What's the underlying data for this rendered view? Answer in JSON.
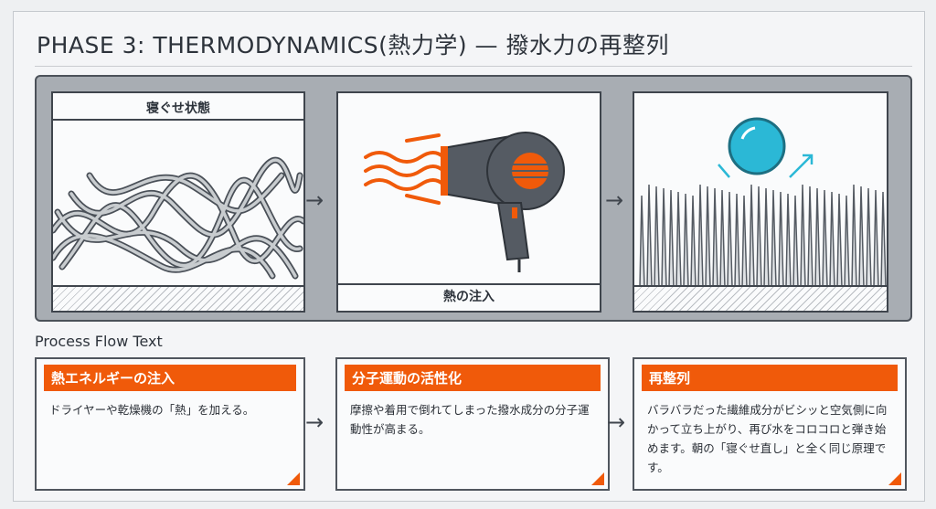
{
  "title": "PHASE 3: THERMODYNAMICS(熱力学) — 撥水力の再整列",
  "panels": {
    "left_label": "寝ぐせ状態",
    "middle_label": "熱の注入"
  },
  "section_label": "Process Flow Text",
  "steps": [
    {
      "heading": "熱エネルギーの注入",
      "text": "ドライヤーや乾燥機の「熱」を加える。"
    },
    {
      "heading": "分子運動の活性化",
      "text": "摩擦や着用で倒れてしまった撥水成分の分子運動性が高まる。"
    },
    {
      "heading": "再整列",
      "text": "バラバラだった繊維成分がビシッと空気側に向かって立ち上がり、再び水をコロコロと弾き始めます。朝の「寝ぐせ直し」と全く同じ原理です。"
    }
  ],
  "colors": {
    "accent": "#f05a0a",
    "water": "#2bb8d6"
  }
}
